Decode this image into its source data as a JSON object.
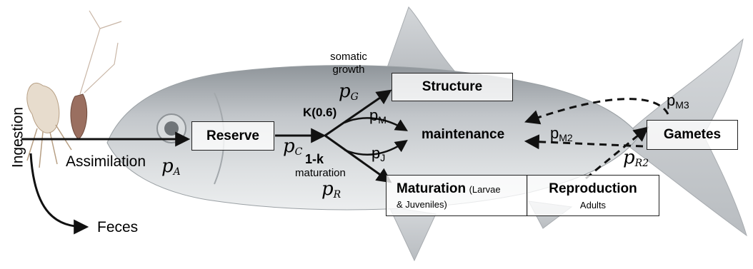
{
  "labels": {
    "ingestion": "Ingestion",
    "assimilation": "Assimilation",
    "feces": "Feces",
    "somatic_growth_line1": "somatic",
    "somatic_growth_line2": "growth",
    "kappa": "K(0.6)",
    "one_minus_kappa": "1-k",
    "maturation_lower": "maturation",
    "maintenance": "maintenance"
  },
  "fluxes": {
    "pA": {
      "symbol": "p",
      "sub": "A"
    },
    "pC": {
      "symbol": "p",
      "sub": "C"
    },
    "pG": {
      "symbol": "p",
      "sub": "G"
    },
    "pR": {
      "symbol": "p",
      "sub": "R"
    },
    "pR2": {
      "symbol": "p",
      "sub": "R2"
    },
    "pM": {
      "symbol": "p",
      "sub": "M"
    },
    "pJ": {
      "symbol": "p",
      "sub": "J"
    },
    "pM2": {
      "symbol": "p",
      "sub": "M2"
    },
    "pM3": {
      "symbol": "p",
      "sub": "M3"
    }
  },
  "boxes": {
    "reserve": "Reserve",
    "structure": "Structure",
    "gametes": "Gametes",
    "maturation_title": "Maturation",
    "maturation_note_1": "(Larvae",
    "maturation_note_2": "& Juveniles)",
    "reproduction_title": "Reproduction",
    "reproduction_note": "Adults"
  },
  "colors": {
    "fish_body": "#c9cccf",
    "fish_belly": "#e6e8ea",
    "fish_back": "#9da2a6",
    "arrow": "#111111",
    "copepod": "#8a6a52"
  }
}
